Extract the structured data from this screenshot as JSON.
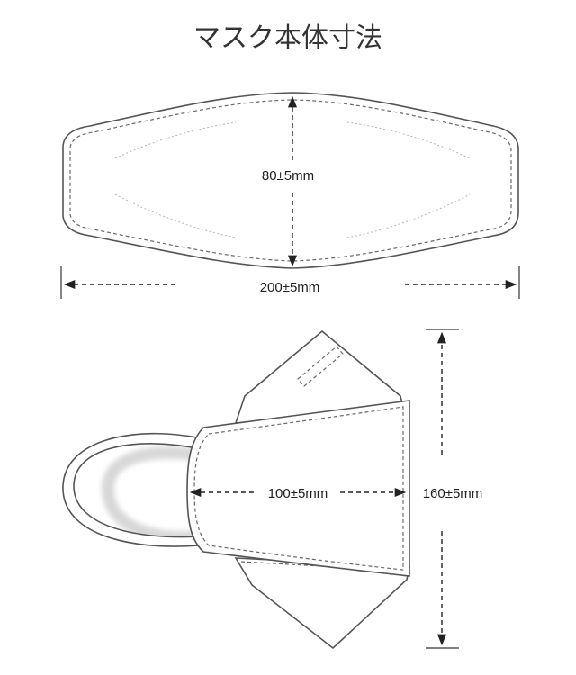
{
  "title": "マスク本体寸法",
  "top_view": {
    "height_label": "80±5mm",
    "width_label": "200±5mm"
  },
  "side_view": {
    "depth_label": "100±5mm",
    "height_label": "160±5mm"
  },
  "colors": {
    "outline": "#555555",
    "stitch": "#6a6a6a",
    "text": "#222222",
    "shadow": "#d8d8d8"
  }
}
